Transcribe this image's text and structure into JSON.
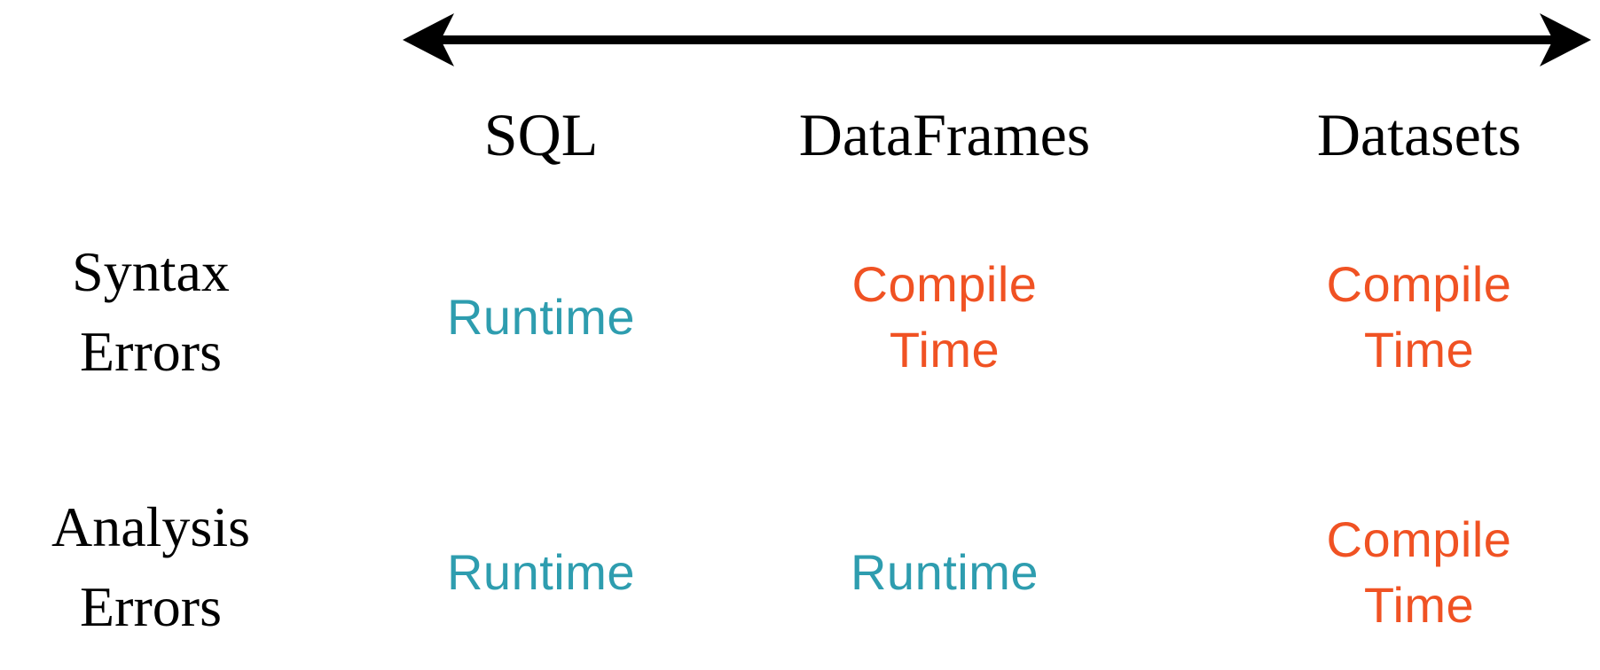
{
  "colors": {
    "background": "#FFFFFF",
    "heading_text": "#000000",
    "arrow": "#000000",
    "runtime_text": "#2E9DAF",
    "compile_text": "#F05223"
  },
  "icons": {
    "arrow": "left-right-double-arrow"
  },
  "matrix": {
    "columns": [
      "SQL",
      "DataFrames",
      "Datasets"
    ],
    "rows": [
      {
        "label_lines": [
          "Syntax",
          "Errors"
        ],
        "cells": [
          {
            "kind": "runtime",
            "lines": [
              "Runtime"
            ]
          },
          {
            "kind": "compile",
            "lines": [
              "Compile",
              "Time"
            ]
          },
          {
            "kind": "compile",
            "lines": [
              "Compile",
              "Time"
            ]
          }
        ]
      },
      {
        "label_lines": [
          "Analysis",
          "Errors"
        ],
        "cells": [
          {
            "kind": "runtime",
            "lines": [
              "Runtime"
            ]
          },
          {
            "kind": "runtime",
            "lines": [
              "Runtime"
            ]
          },
          {
            "kind": "compile",
            "lines": [
              "Compile",
              "Time"
            ]
          }
        ]
      }
    ]
  },
  "chart_data": {
    "type": "table",
    "columns": [
      "SQL",
      "DataFrames",
      "Datasets"
    ],
    "rows": [
      "Syntax Errors",
      "Analysis Errors"
    ],
    "values": [
      [
        "Runtime",
        "Compile Time",
        "Compile Time"
      ],
      [
        "Runtime",
        "Runtime",
        "Compile Time"
      ]
    ]
  }
}
